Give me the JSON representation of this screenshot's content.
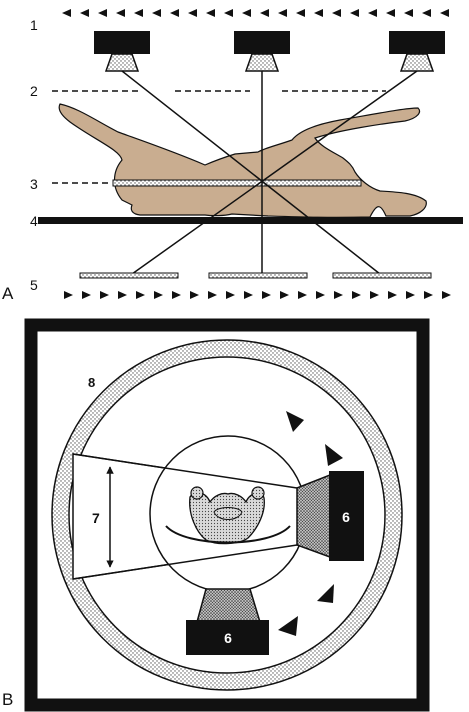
{
  "panel_a": {
    "letter": "A",
    "labels": {
      "l1": "1",
      "l2": "2",
      "l3": "3",
      "l4": "4",
      "l5": "5"
    }
  },
  "panel_b": {
    "letter": "B",
    "labels": {
      "l6a": "6",
      "l6b": "6",
      "l7": "7",
      "l8": "8"
    }
  },
  "colors": {
    "body_fill": "#c9ad90",
    "dark": "#111111",
    "stipple_light": "#d6d6d6",
    "stipple_mid": "#a6a6a6"
  },
  "icons": {
    "source_block": "x-ray-source-block",
    "cone": "stippled-cone",
    "detector_plate": "detector-plate",
    "arrowhead": "rotation-arrowhead"
  }
}
